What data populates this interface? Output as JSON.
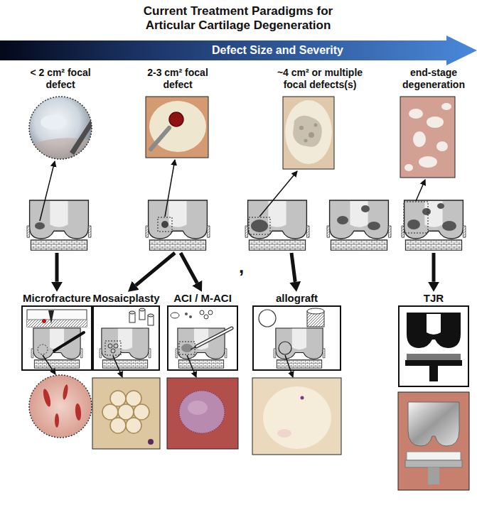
{
  "diagram": {
    "title": "Current Treatment Paradigms for Articular Cartilage Degeneration",
    "nodes": [
      {
        "text": [
          "Defect Size and Severity"
        ]
      },
      {
        "text": [
          "< 2 cm² focal defect"
        ]
      },
      {
        "text": [
          "2-3 cm² focal defect"
        ]
      },
      {
        "text": [
          "~4 cm² or multiple focal defects(s)"
        ]
      },
      {
        "text": [
          "end-stage degeneration"
        ]
      },
      {
        "text": [
          "Microfracture"
        ]
      },
      {
        "text": [
          "Mosaicplasty"
        ]
      },
      {
        "text": [
          "ACI / M-ACI"
        ]
      },
      {
        "text": [
          "allograft"
        ]
      },
      {
        "text": [
          "TJR"
        ]
      }
    ],
    "edges": [
      {
        "from": 1,
        "to": 5,
        "arrow": "to"
      },
      {
        "from": 2,
        "to": 6,
        "arrow": "to"
      },
      {
        "from": 2,
        "to": 7,
        "arrow": "to"
      },
      {
        "from": 3,
        "to": 8,
        "arrow": "to"
      },
      {
        "from": 4,
        "to": 9,
        "arrow": "to"
      }
    ],
    "labels": [
      ","
    ]
  }
}
